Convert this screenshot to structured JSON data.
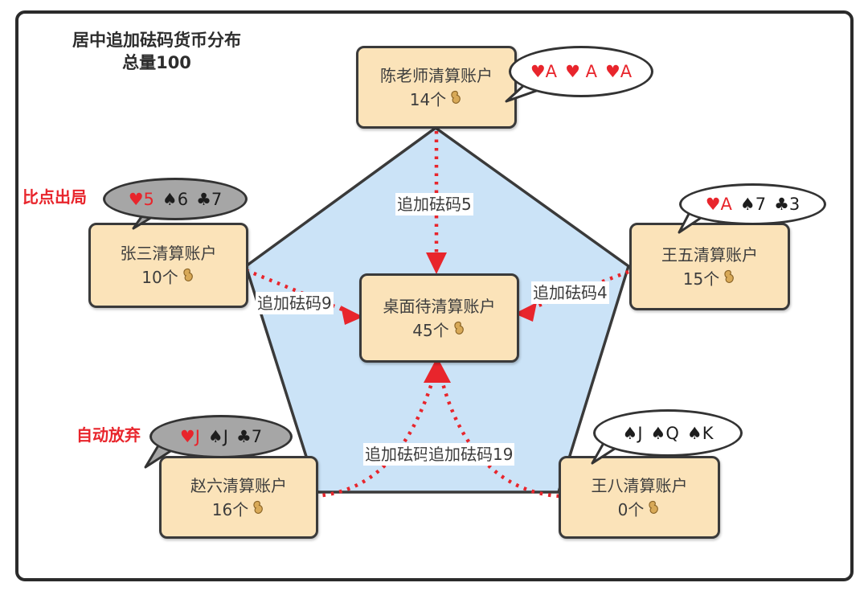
{
  "title": {
    "line1": "居中追加砝码货币分布",
    "line2": "总量100"
  },
  "center_account": {
    "name": "桌面待清算账户",
    "count": "45个"
  },
  "accounts": {
    "chen": {
      "name": "陈老师清算账户",
      "count": "14个",
      "cards": [
        "♥A",
        "♥ A",
        "♥A"
      ],
      "card_colors": [
        "red",
        "red",
        "red"
      ],
      "bubble_style": "white"
    },
    "zhangsan": {
      "name": "张三清算账户",
      "count": "10个",
      "status": "比点出局",
      "cards": [
        "♥5",
        "♠6",
        "♣7"
      ],
      "card_colors": [
        "red",
        "black",
        "black"
      ],
      "bubble_style": "gray"
    },
    "wangwu": {
      "name": "王五清算账户",
      "count": "15个",
      "cards": [
        "♥A",
        "♠7",
        "♣3"
      ],
      "card_colors": [
        "red",
        "black",
        "black"
      ],
      "bubble_style": "white"
    },
    "zhaoliu": {
      "name": "赵六清算账户",
      "count": "16个",
      "status": "自动放弃",
      "cards": [
        "♥J",
        "♠J",
        "♣7"
      ],
      "card_colors": [
        "red",
        "black",
        "black"
      ],
      "bubble_style": "gray"
    },
    "wangba": {
      "name": "王八清算账户",
      "count": "0个",
      "cards": [
        "♠J",
        "♠Q",
        "♠K"
      ],
      "card_colors": [
        "black",
        "black",
        "black"
      ],
      "bubble_style": "white"
    }
  },
  "flows": {
    "from_chen": "追加砝码5",
    "from_zhangsan": "追加砝码9",
    "from_wangwu": "追加砝码4",
    "from_zhaoliu": "追加砝码",
    "from_wangba": "追加砝码19"
  },
  "icons": {
    "count_unit_icon": "peanut-icon"
  },
  "colors": {
    "flow_red": "#e8252c",
    "node_fill": "#fbe3b9",
    "pentagon_fill": "#cbe3f7",
    "bubble_gray": "#a6a6a6",
    "outline": "#3a3a3a",
    "status_red": "#e8252c"
  }
}
